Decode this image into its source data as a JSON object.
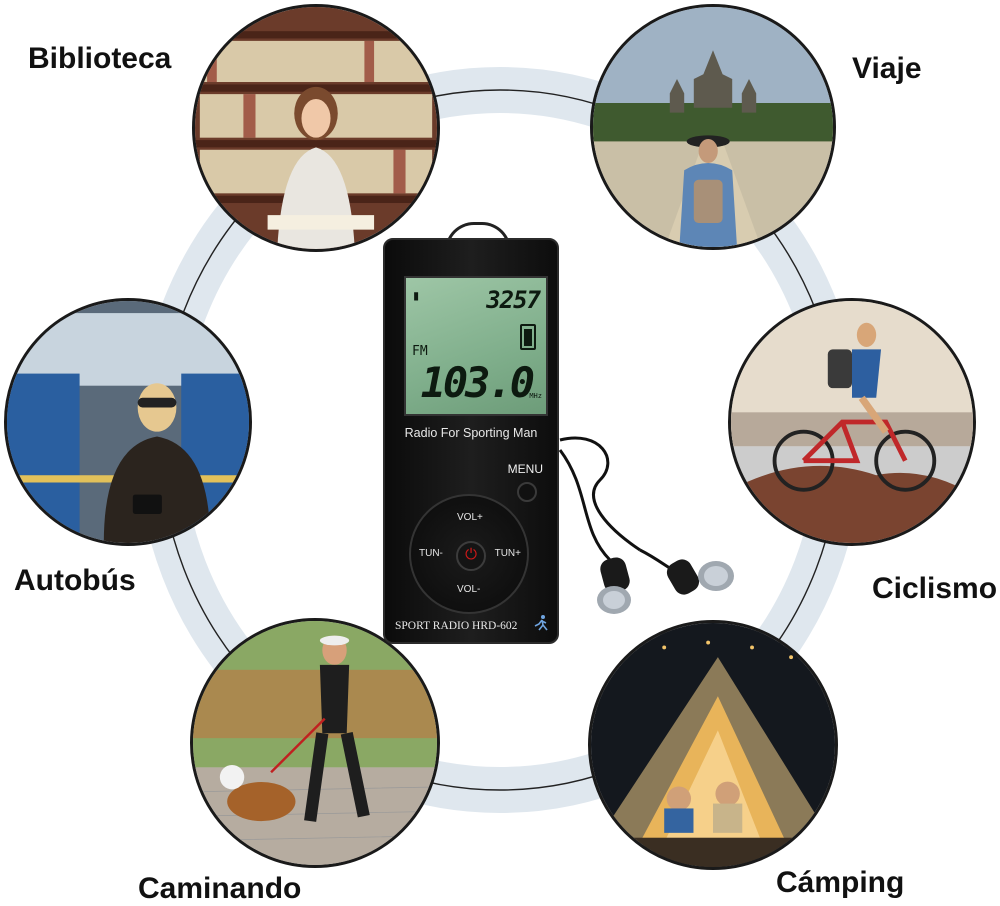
{
  "labels": {
    "library": "Biblioteca",
    "travel": "Viaje",
    "bus": "Autobús",
    "cycling": "Ciclismo",
    "walking": "Caminando",
    "camping": "Cámping"
  },
  "device": {
    "display_counter": "3257",
    "band": "FM",
    "frequency": "103.0",
    "unit": "MHz",
    "tagline": "Radio For Sporting Man",
    "menu_label": "MENU",
    "vol_up": "VOL+",
    "vol_down": "VOL-",
    "tune_down": "TUN-",
    "tune_up": "TUN+",
    "brand": "SPORT RADIO HRD-602",
    "power_symbol": "⏻"
  },
  "colors": {
    "ring": "#dfe7ee",
    "lcd_backlight": "#8fbb98",
    "device_body": "#141414",
    "power_accent": "#d01818"
  }
}
